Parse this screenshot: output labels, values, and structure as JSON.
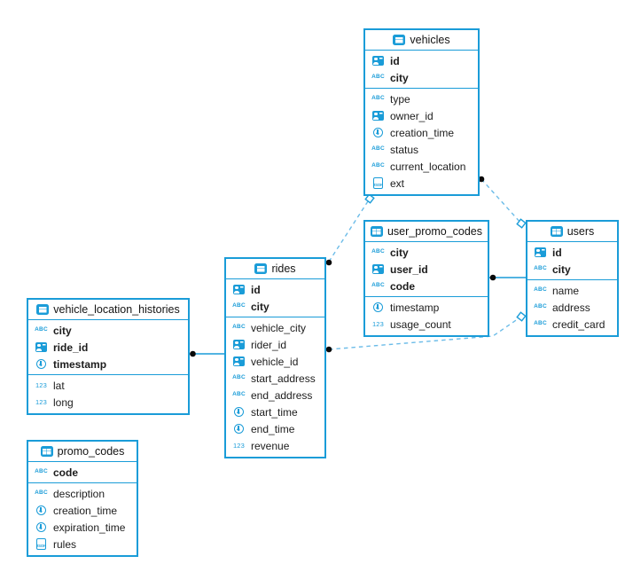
{
  "diagram": {
    "colors": {
      "accent": "#1a9cd8",
      "dash_line": "#6cbce8",
      "endpoint_dot": "#0a0a0a",
      "text": "#1c1c1c",
      "background": "#ffffff"
    },
    "icons": {
      "string_label": "ABC",
      "number_label": "123",
      "json_label": "JSON"
    },
    "tables": [
      {
        "name": "vehicles",
        "pk": [
          {
            "name": "id",
            "type": "uuid"
          },
          {
            "name": "city",
            "type": "string"
          }
        ],
        "fields": [
          {
            "name": "type",
            "type": "string"
          },
          {
            "name": "owner_id",
            "type": "uuid"
          },
          {
            "name": "creation_time",
            "type": "timestamp"
          },
          {
            "name": "status",
            "type": "string"
          },
          {
            "name": "current_location",
            "type": "string"
          },
          {
            "name": "ext",
            "type": "json"
          }
        ]
      },
      {
        "name": "user_promo_codes",
        "pk": [
          {
            "name": "city",
            "type": "string"
          },
          {
            "name": "user_id",
            "type": "uuid"
          },
          {
            "name": "code",
            "type": "string"
          }
        ],
        "fields": [
          {
            "name": "timestamp",
            "type": "timestamp"
          },
          {
            "name": "usage_count",
            "type": "number"
          }
        ]
      },
      {
        "name": "users",
        "pk": [
          {
            "name": "id",
            "type": "uuid"
          },
          {
            "name": "city",
            "type": "string"
          }
        ],
        "fields": [
          {
            "name": "name",
            "type": "string"
          },
          {
            "name": "address",
            "type": "string"
          },
          {
            "name": "credit_card",
            "type": "string"
          }
        ]
      },
      {
        "name": "rides",
        "pk": [
          {
            "name": "id",
            "type": "uuid"
          },
          {
            "name": "city",
            "type": "string"
          }
        ],
        "fields": [
          {
            "name": "vehicle_city",
            "type": "string"
          },
          {
            "name": "rider_id",
            "type": "uuid"
          },
          {
            "name": "vehicle_id",
            "type": "uuid"
          },
          {
            "name": "start_address",
            "type": "string"
          },
          {
            "name": "end_address",
            "type": "string"
          },
          {
            "name": "start_time",
            "type": "timestamp"
          },
          {
            "name": "end_time",
            "type": "timestamp"
          },
          {
            "name": "revenue",
            "type": "number"
          }
        ]
      },
      {
        "name": "vehicle_location_histories",
        "pk": [
          {
            "name": "city",
            "type": "string"
          },
          {
            "name": "ride_id",
            "type": "uuid"
          },
          {
            "name": "timestamp",
            "type": "timestamp"
          }
        ],
        "fields": [
          {
            "name": "lat",
            "type": "number"
          },
          {
            "name": "long",
            "type": "number"
          }
        ]
      },
      {
        "name": "promo_codes",
        "pk": [
          {
            "name": "code",
            "type": "string"
          }
        ],
        "fields": [
          {
            "name": "description",
            "type": "string"
          },
          {
            "name": "creation_time",
            "type": "timestamp"
          },
          {
            "name": "expiration_time",
            "type": "timestamp"
          },
          {
            "name": "rules",
            "type": "json"
          }
        ]
      }
    ],
    "relations": [
      {
        "from_table": "rides",
        "to_table": "vehicles",
        "style": "dashed"
      },
      {
        "from_table": "vehicles",
        "to_table": "users",
        "style": "dashed"
      },
      {
        "from_table": "rides",
        "to_table": "users",
        "style": "dashed"
      },
      {
        "from_table": "user_promo_codes",
        "to_table": "users",
        "style": "solid"
      },
      {
        "from_table": "vehicle_location_histories",
        "to_table": "rides",
        "style": "solid"
      }
    ]
  }
}
